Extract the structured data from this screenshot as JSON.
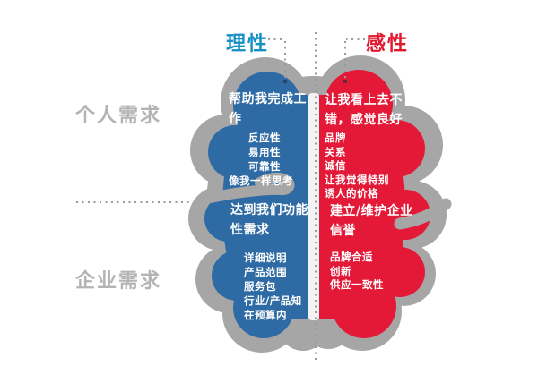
{
  "header": {
    "rational_label": "理性",
    "emotional_label": "感性"
  },
  "row_labels": {
    "personal": "个人需求",
    "enterprise": "企业需求"
  },
  "colors": {
    "rational_label": "#1590c6",
    "emotional_label": "#e2182e",
    "row_label": "#b5b4b4",
    "brain_outline": "#a7a6a6",
    "left_hemisphere": "#2e6aa3",
    "right_hemisphere": "#e31937",
    "fissure": "#f4f3f3",
    "dotted_line": "#9b9b9b",
    "quadrant_text": "#ffffff"
  },
  "brain": {
    "quadrants": {
      "personal_rational": {
        "heading": "帮助我完成工作",
        "items": [
          "反应性",
          "易用性",
          "可靠性",
          "像我一样思考"
        ]
      },
      "personal_emotional": {
        "heading": "让我看上去不错，感觉良好",
        "items": [
          "品牌",
          "关系",
          "诚信",
          "让我觉得特别",
          "诱人的价格"
        ]
      },
      "enterprise_rational": {
        "heading": "达到我们功能性需求",
        "items": [
          "详细说明",
          "产品范围",
          "服务包",
          "行业/产品知",
          "在预算内"
        ]
      },
      "enterprise_emotional": {
        "heading": "建立/维护企业信誉",
        "items": [
          "品牌合适",
          "创新",
          "供应一致性"
        ]
      }
    }
  }
}
